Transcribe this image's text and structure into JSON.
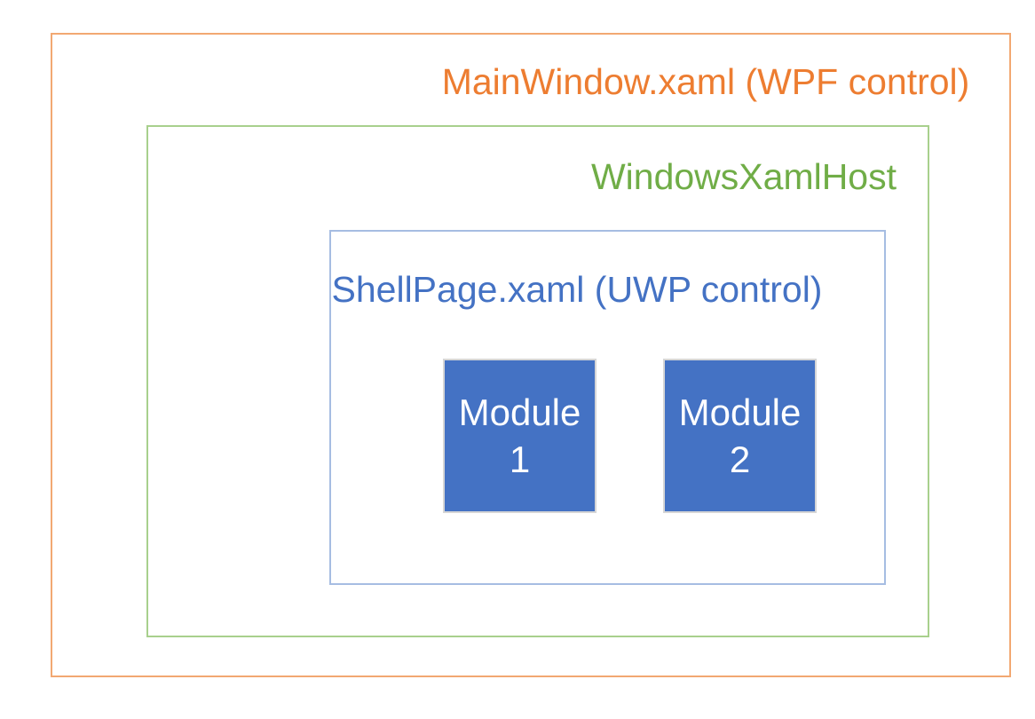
{
  "diagram": {
    "outer_box": {
      "label": "MainWindow.xaml (WPF control)",
      "text_color": "#ED7D31",
      "border_color": "#F2A872"
    },
    "host_box": {
      "label": "WindowsXamlHost",
      "text_color": "#70AD47",
      "border_color": "#A8D08D"
    },
    "shell_box": {
      "label": "ShellPage.xaml (UWP control)",
      "text_color": "#4472C4",
      "border_color": "#A6BDE2"
    },
    "modules": [
      {
        "label": "Module 1",
        "lines": [
          "Module",
          "1"
        ],
        "fill_color": "#4472C4",
        "border_color": "#D6D6D6",
        "text_color": "#FFFFFF"
      },
      {
        "label": "Module 2",
        "lines": [
          "Module",
          "2"
        ],
        "fill_color": "#4472C4",
        "border_color": "#D6D6D6",
        "text_color": "#FFFFFF"
      }
    ]
  }
}
